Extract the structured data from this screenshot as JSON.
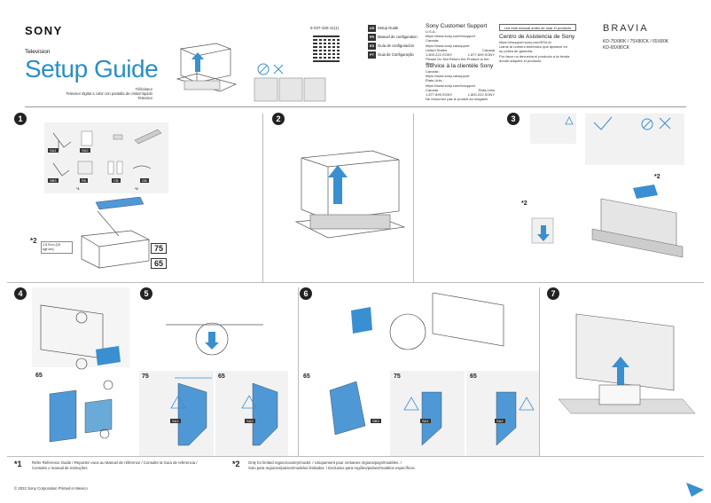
{
  "header": {
    "brand": "SONY",
    "category": "Television",
    "title": "Setup Guide",
    "subtitle_lines": [
      "Téléviseur",
      "Televisor digital a color con pantalla de cristal líquido",
      "Televisor"
    ],
    "part_number": "5-037-326-11(1)",
    "languages": [
      {
        "code": "US",
        "label": "Setup Guide"
      },
      {
        "code": "FR",
        "label": "Manuel de configuration"
      },
      {
        "code": "ES",
        "label": "Guía de configuración"
      },
      {
        "code": "PT",
        "label": "Guia de Configuração"
      }
    ],
    "support_en": {
      "heading": "Sony Customer Support",
      "lines": [
        "U.S.A.:",
        "https://www.sony.com/tvsupport",
        "Canada:",
        "https://www.sony.ca/support"
      ],
      "phones": [
        "United States",
        "Canada",
        "1.800.222.SONY",
        "1.877.899.SONY"
      ],
      "note": "Please Do Not Return the Product to the Store"
    },
    "support_fr": {
      "heading": "Service à la clientèle Sony",
      "lines": [
        "Canada :",
        "https://www.sony.ca/support",
        "États-Unis :",
        "https://www.sony.com/tvsupport"
      ],
      "phones": [
        "Canada",
        "États-Unis",
        "1.877.899.SONY",
        "1.800.222.SONY"
      ],
      "note": "Ne retournez pas le produit au magasin"
    },
    "read_first": "Lea este manual antes de usar el producto",
    "support_es": {
      "heading": "Centro de Asistencia de Sony",
      "lines": [
        "https://esupport.sony.com/ES/LA/",
        "Llame al número telefónico que aparece en",
        "su póliza de garantía.",
        "Por favor no devuelva el producto a la tienda",
        "donde adquirió el producto."
      ]
    },
    "product_line": "BRAVIA",
    "models": [
      "KD-75X80K / 75X80CK / 65X80K",
      "KD-65X80CK"
    ]
  },
  "steps": {
    "s1": {
      "num": "1",
      "parts": [
        "SA1",
        "SA2",
        "SB3",
        "PA",
        "CB",
        "GB"
      ],
      "screws_note": "1.5 N·m {15 kgf·cm}",
      "sizes": [
        "75",
        "65"
      ],
      "marks": [
        "*1",
        "*2"
      ]
    },
    "s2": {
      "num": "2"
    },
    "s3": {
      "num": "3",
      "marks": [
        "*2",
        "*2"
      ]
    },
    "s4": {
      "num": "4",
      "size": "65"
    },
    "s5": {
      "num": "5",
      "sizes": [
        "75",
        "65"
      ],
      "labels": [
        "SA1",
        "SA2"
      ]
    },
    "s6": {
      "num": "6",
      "sizes": [
        "65",
        "75",
        "65"
      ],
      "labels": [
        "SA1",
        "SA2",
        "SB3"
      ]
    },
    "s7": {
      "num": "7"
    }
  },
  "footnotes": {
    "n1_mark": "*1",
    "n1": "Refer Reference Guide / Reportez-vous au Manuel de référence / Consulte la Guía de referencia /",
    "n1b": "Consulte o manual de instruções",
    "n2_mark": "*2",
    "n2": "Only for limited region/country/model. / Uniquement pour certaines régions/pays/modèles. /",
    "n2b": "Solo para regiones/países/modelos limitados. / Exclusivo para regiões/países/modelos específicos.",
    "copyright": "© 2022 Sony Corporation   Printed in Mexico"
  },
  "colors": {
    "accent": "#2a8fc4",
    "arrow": "#3a8fd0",
    "panel": "#f2f2f2"
  }
}
